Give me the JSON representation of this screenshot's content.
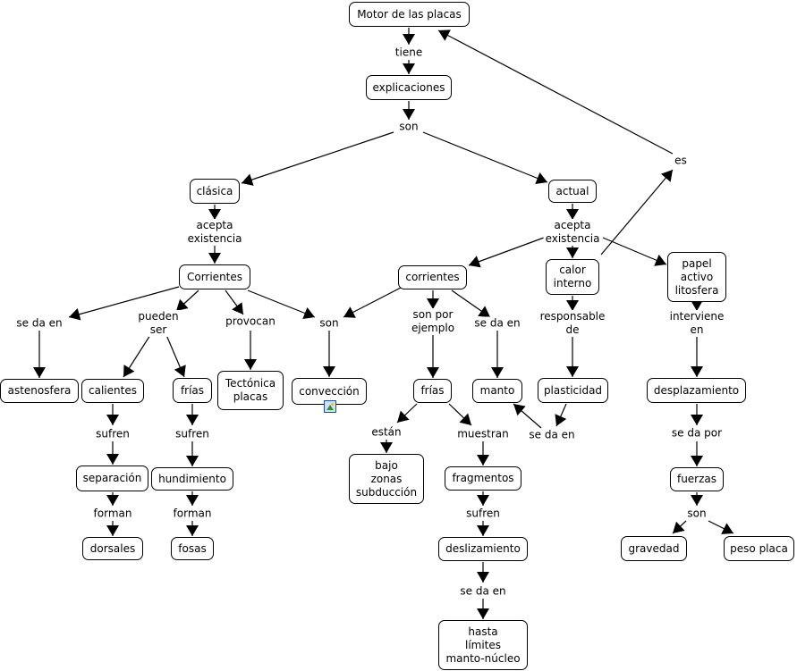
{
  "nodes": {
    "motor": "Motor de las placas",
    "explicaciones": "explicaciones",
    "clasica": "clásica",
    "actual": "actual",
    "corrientes_c": "Corrientes",
    "corrientes_a": "corrientes",
    "calor": "calor\ninterno",
    "papel": "papel\nactivo\nlitosfera",
    "astenosfera": "astenosfera",
    "calientes": "calientes",
    "frias_c": "frías",
    "tectonica": "Tectónica\nplacas",
    "conveccion": "convección",
    "frias_a": "frías",
    "manto": "manto",
    "plasticidad": "plasticidad",
    "desplazamiento": "desplazamiento",
    "separacion": "separación",
    "hundimiento": "hundimiento",
    "dorsales": "dorsales",
    "fosas": "fosas",
    "bajo": "bajo\nzonas\nsubducción",
    "fragmentos": "fragmentos",
    "deslizamiento": "deslizamiento",
    "hasta": "hasta\nlímites\nmanto-núcleo",
    "fuerzas": "fuerzas",
    "gravedad": "gravedad",
    "peso": "peso placa"
  },
  "links": {
    "tiene": "tiene",
    "son1": "son",
    "es": "es",
    "acepta_c": "acepta\nexistencia",
    "acepta_a": "acepta\nexistencia",
    "seda_c": "se da en",
    "pueden": "pueden\nser",
    "provocan": "provocan",
    "son2": "son",
    "sonpor": "son por\nejemplo",
    "seda_a": "se da en",
    "responsable": "responsable\nde",
    "interviene": "interviene\nen",
    "sufren_cal": "sufren",
    "sufren_fri": "sufren",
    "forman_sep": "forman",
    "forman_hun": "forman",
    "estan": "están",
    "muestran": "muestran",
    "seda_pl": "se da en",
    "sufren_frag": "sufren",
    "seda_desl": "se da en",
    "sedapor": "se da por",
    "son3": "son"
  },
  "resources": {
    "conveccion_icon": "image-resource-icon"
  }
}
